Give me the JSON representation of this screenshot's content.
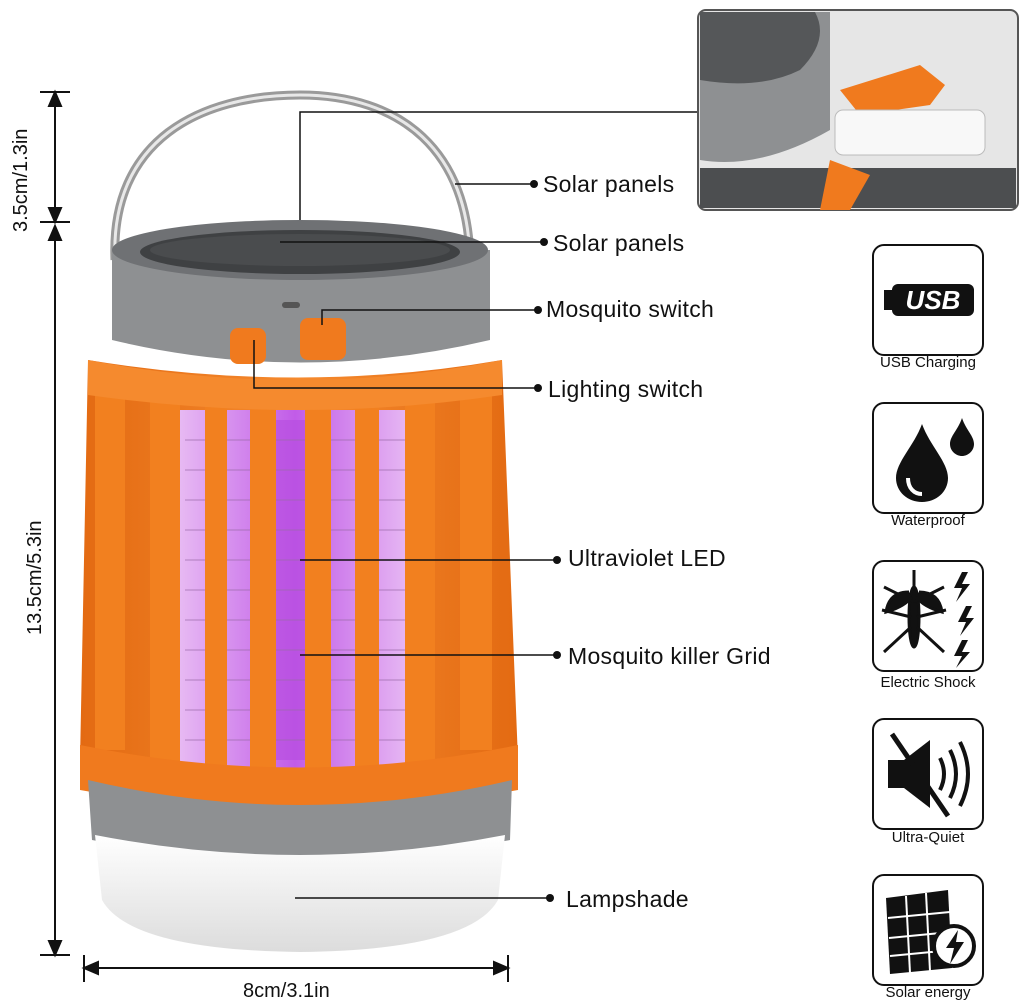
{
  "dimensions": {
    "top_height": "3.5cm/1.3in",
    "body_height": "13.5cm/5.3in",
    "width": "8cm/3.1in"
  },
  "callouts": [
    "Solar panels",
    "Solar panels",
    "Mosquito switch",
    "Lighting switch",
    "Ultraviolet LED",
    "Mosquito killer Grid",
    "Lampshade"
  ],
  "features": [
    {
      "label": "USB Charging",
      "icon": "usb-icon",
      "icon_text": "USB"
    },
    {
      "label": "Waterproof",
      "icon": "water-drop-icon"
    },
    {
      "label": "Electric Shock",
      "icon": "mosquito-shock-icon"
    },
    {
      "label": "Ultra-Quiet",
      "icon": "mute-speaker-icon"
    },
    {
      "label": "Solar energy",
      "icon": "solar-panel-icon"
    }
  ],
  "colors": {
    "body_orange": "#F07A1E",
    "cap_gray": "#8A8C8E",
    "uv_purple": "#C86BEB",
    "lampshade": "#F2F2F2"
  }
}
